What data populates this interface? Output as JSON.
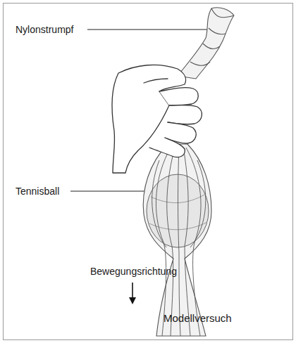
{
  "diagram": {
    "caption": "Modellversuch",
    "labels": [
      "Nylonstrumpf",
      "Tennisball",
      "Bewegungsrichtung"
    ]
  }
}
